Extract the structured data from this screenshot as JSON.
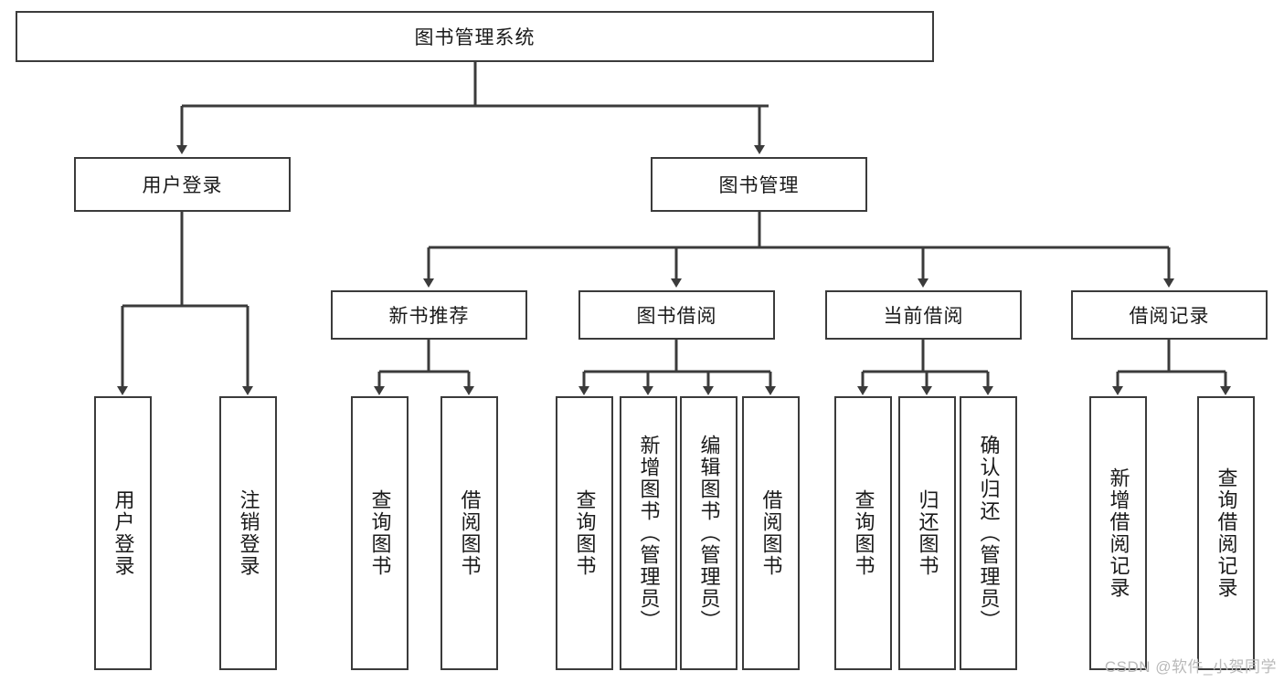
{
  "diagram": {
    "type": "tree",
    "title": "图书管理系统",
    "root": {
      "label": "图书管理系统",
      "children": [
        {
          "label": "用户登录",
          "children": [
            {
              "label": "用户登录"
            },
            {
              "label": "注销登录"
            }
          ]
        },
        {
          "label": "图书管理",
          "children": [
            {
              "label": "新书推荐",
              "children": [
                {
                  "label": "查询图书"
                },
                {
                  "label": "借阅图书"
                }
              ]
            },
            {
              "label": "图书借阅",
              "children": [
                {
                  "label": "查询图书"
                },
                {
                  "label": "新增图书（管理员）"
                },
                {
                  "label": "编辑图书（管理员）"
                },
                {
                  "label": "借阅图书"
                }
              ]
            },
            {
              "label": "当前借阅",
              "children": [
                {
                  "label": "查询图书"
                },
                {
                  "label": "归还图书"
                },
                {
                  "label": "确认归还（管理员）"
                }
              ]
            },
            {
              "label": "借阅记录",
              "children": [
                {
                  "label": "新增借阅记录"
                },
                {
                  "label": "查询借阅记录"
                }
              ]
            }
          ]
        }
      ]
    }
  },
  "nodes": {
    "root": "图书管理系统",
    "user_login": "用户登录",
    "book_manage": "图书管理",
    "new_book_rec": "新书推荐",
    "book_borrow": "图书借阅",
    "current_borrow": "当前借阅",
    "borrow_record": "借阅记录",
    "leaf_user_login": "用户登录",
    "leaf_logout": "注销登录",
    "leaf_query_book_1": "查询图书",
    "leaf_borrow_book_1": "借阅图书",
    "leaf_query_book_2": "查询图书",
    "leaf_add_book": "新增图书（管理员）",
    "leaf_edit_book": "编辑图书（管理员）",
    "leaf_borrow_book_2": "借阅图书",
    "leaf_query_book_3": "查询图书",
    "leaf_return_book": "归还图书",
    "leaf_confirm_return": "确认归还（管理员）",
    "leaf_add_record": "新增借阅记录",
    "leaf_query_record": "查询借阅记录"
  },
  "watermark": {
    "text": "CSDN @软件_小贺同学"
  },
  "colors": {
    "stroke": "#3b3b3b",
    "background": "#ffffff",
    "text": "#1a1a1a",
    "watermark": "#b9b9b9"
  }
}
